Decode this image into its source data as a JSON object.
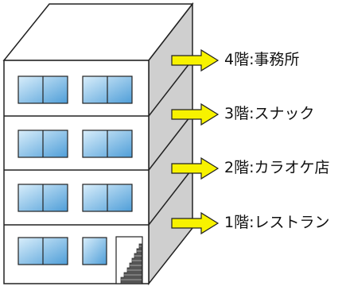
{
  "floors": [
    {
      "label": "4階:事務所"
    },
    {
      "label": "3階:スナック"
    },
    {
      "label": "2階:カラオケ店"
    },
    {
      "label": "1階:レストラン"
    }
  ],
  "colors": {
    "arrow_fill": "#f7f200",
    "window_light": "#d6ebfa",
    "window_dark": "#5aa6dc",
    "side_wall": "#cfcfcf",
    "stair_dark": "#555555",
    "outline": "#222222"
  }
}
